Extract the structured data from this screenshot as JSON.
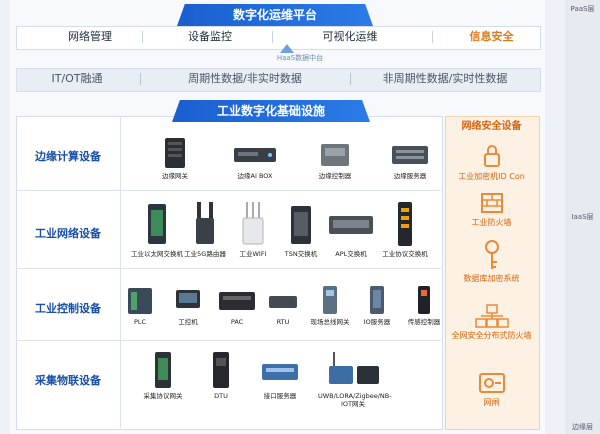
{
  "header": {
    "title": "数字化运维平台"
  },
  "apps": [
    "网络管理",
    "设备监控",
    "可视化运维",
    "信息安全"
  ],
  "haas_label": "HaaS数据中台",
  "data_bar": [
    "IT/OT融通",
    "周期性数据/非实时数据",
    "非周期性数据/实时性数据"
  ],
  "base_title": "工业数字化基础设施",
  "layers": {
    "paas": "PaaS层",
    "iaas": "IaaS层",
    "edge": "边缘层"
  },
  "rows": [
    {
      "label": "边缘计算设备",
      "devices": [
        "边缘网关",
        "边缘AI BOX",
        "边缘控制器",
        "边缘服务器"
      ]
    },
    {
      "label": "工业网络设备",
      "devices": [
        "工业以太网交换机",
        "工业5G路由器",
        "工业WIFI",
        "TSN交换机",
        "APL交换机",
        "工业协议交换机"
      ]
    },
    {
      "label": "工业控制设备",
      "devices": [
        "PLC",
        "工控机",
        "PAC",
        "RTU",
        "现场总线网关",
        "IO服务器",
        "传感控制器"
      ]
    },
    {
      "label": "采集物联设备",
      "devices": [
        "采集协议网关",
        "DTU",
        "接口服务器",
        "UWB/LORA/Zigbee/NB-IOT网关"
      ]
    }
  ],
  "security": {
    "title": "网络安全设备",
    "items": [
      "工业加密机ID Con",
      "工业防火墙",
      "数据库加密系统",
      "全网安全分布式防火墙",
      "网闸"
    ]
  },
  "colors": {
    "accent": "#1a5fd0",
    "security": "#d7650f",
    "highlight": "#e07a1a"
  }
}
